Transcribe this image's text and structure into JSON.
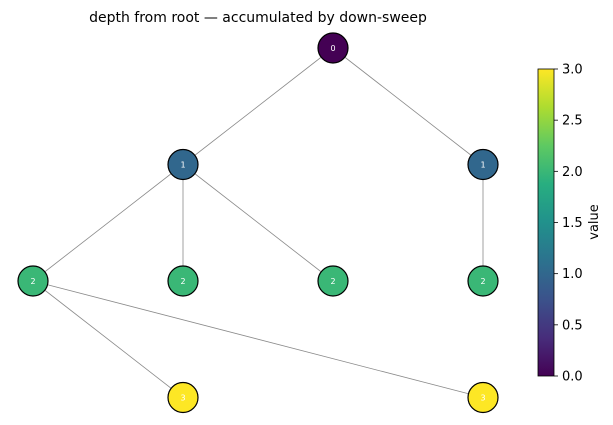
{
  "title": "depth from root — accumulated by down-sweep",
  "colorbar": {
    "label": "value",
    "min": 0,
    "max": 3,
    "ticks": [
      "0.0",
      "0.5",
      "1.0",
      "1.5",
      "2.0",
      "2.5",
      "3.0"
    ],
    "colormap": "viridis"
  },
  "colors": {
    "edge": "#8a8a8a",
    "node_outline": "#000000"
  },
  "chart_data": {
    "type": "tree-graph",
    "value_label": "value",
    "value_range": [
      0,
      3
    ],
    "nodes": [
      {
        "id": "n0",
        "value": 0,
        "label": "0",
        "depth": 0,
        "col": 4
      },
      {
        "id": "n1",
        "value": 1,
        "label": "1",
        "depth": 1,
        "col": 2
      },
      {
        "id": "n2",
        "value": 1,
        "label": "1",
        "depth": 1,
        "col": 6
      },
      {
        "id": "n3",
        "value": 2,
        "label": "2",
        "depth": 2,
        "col": 0
      },
      {
        "id": "n4",
        "value": 2,
        "label": "2",
        "depth": 2,
        "col": 2
      },
      {
        "id": "n5",
        "value": 2,
        "label": "2",
        "depth": 2,
        "col": 4
      },
      {
        "id": "n6",
        "value": 2,
        "label": "2",
        "depth": 2,
        "col": 6
      },
      {
        "id": "n7",
        "value": 3,
        "label": "3",
        "depth": 3,
        "col": 2
      },
      {
        "id": "n8",
        "value": 3,
        "label": "3",
        "depth": 3,
        "col": 6
      }
    ],
    "edges": [
      [
        "n0",
        "n1"
      ],
      [
        "n0",
        "n2"
      ],
      [
        "n1",
        "n3"
      ],
      [
        "n1",
        "n4"
      ],
      [
        "n1",
        "n5"
      ],
      [
        "n2",
        "n6"
      ],
      [
        "n3",
        "n7"
      ],
      [
        "n3",
        "n8"
      ]
    ]
  }
}
